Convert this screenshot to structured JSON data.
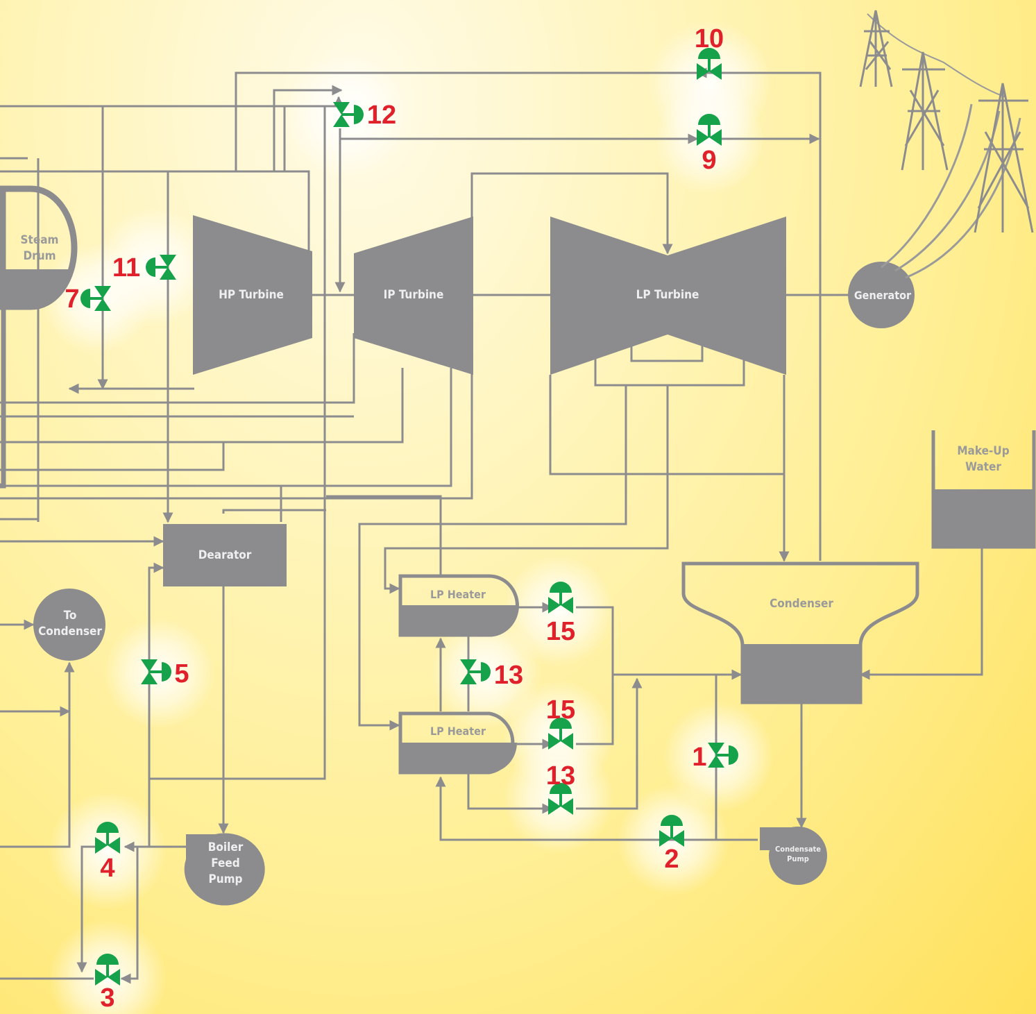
{
  "colors": {
    "equipment": "#8c8c8e",
    "valve": "#16a24a",
    "valve_number": "#e0202a",
    "equipment_label_light": "#efefef",
    "equipment_label_dark": "#9a9a9a"
  },
  "equipment": {
    "steam_drum": "Steam\nDrum",
    "hp_turbine": "HP Turbine",
    "ip_turbine": "IP Turbine",
    "lp_turbine": "LP Turbine",
    "generator": "Generator",
    "make_up_water": "Make-Up\nWater",
    "deaerator": "Dearator",
    "to_condenser": "To\nCondenser",
    "lp_heater_top": "LP Heater",
    "lp_heater_bottom": "LP Heater",
    "condenser": "Condenser",
    "boiler_feed_pump": "Boiler\nFeed\nPump",
    "condensate_pump": "Condensate\nPump"
  },
  "valves": [
    "10",
    "12",
    "9",
    "11",
    "7",
    "5",
    "15",
    "13",
    "15",
    "13",
    "1",
    "2",
    "4",
    "3"
  ],
  "icons": [
    "control-valve-icon",
    "transmission-tower-icon"
  ]
}
